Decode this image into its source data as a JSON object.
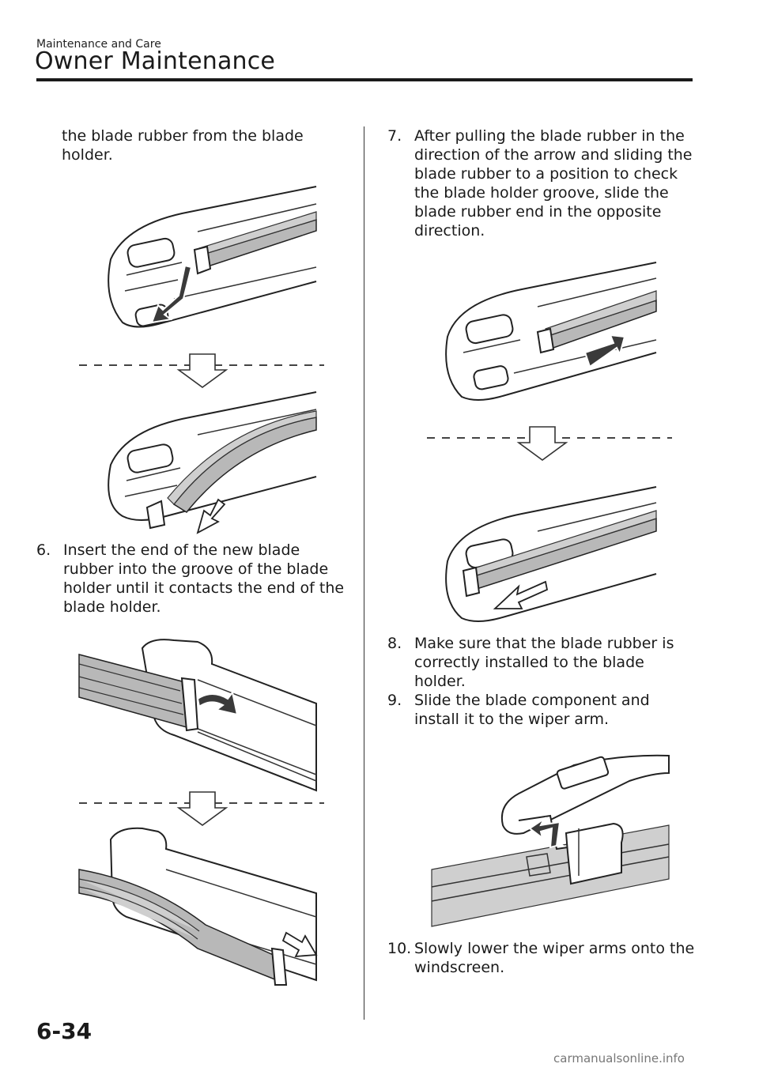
{
  "header": {
    "section": "Maintenance and Care",
    "title": "Owner Maintenance"
  },
  "left_column": {
    "continuation": "the blade rubber from the blade holder.",
    "step6": {
      "number": "6.",
      "text": "Insert the end of the new blade rubber into the groove of the blade holder until it contacts the end of the blade holder."
    }
  },
  "right_column": {
    "step7": {
      "number": "7.",
      "text": "After pulling the blade rubber in the direction of the arrow and sliding the blade rubber to a position to check the blade holder groove, slide the blade rubber end in the opposite direction."
    },
    "step8": {
      "number": "8.",
      "text": "Make sure that the blade rubber is correctly installed to the blade holder."
    },
    "step9": {
      "number": "9.",
      "text": "Slide the blade component and install it to the wiper arm."
    },
    "step10": {
      "number": "10.",
      "text": "Slowly lower the wiper arms onto the windscreen."
    }
  },
  "footer": {
    "page_number": "6-34",
    "watermark": "carmanualsonline.info"
  },
  "icons": {
    "arrow": "direction-arrow-icon",
    "transition": "down-arrow-icon"
  },
  "colors": {
    "text": "#1a1a1a",
    "rubber": "#b8b8b8",
    "arrow_fill": "#3a3a3a"
  }
}
